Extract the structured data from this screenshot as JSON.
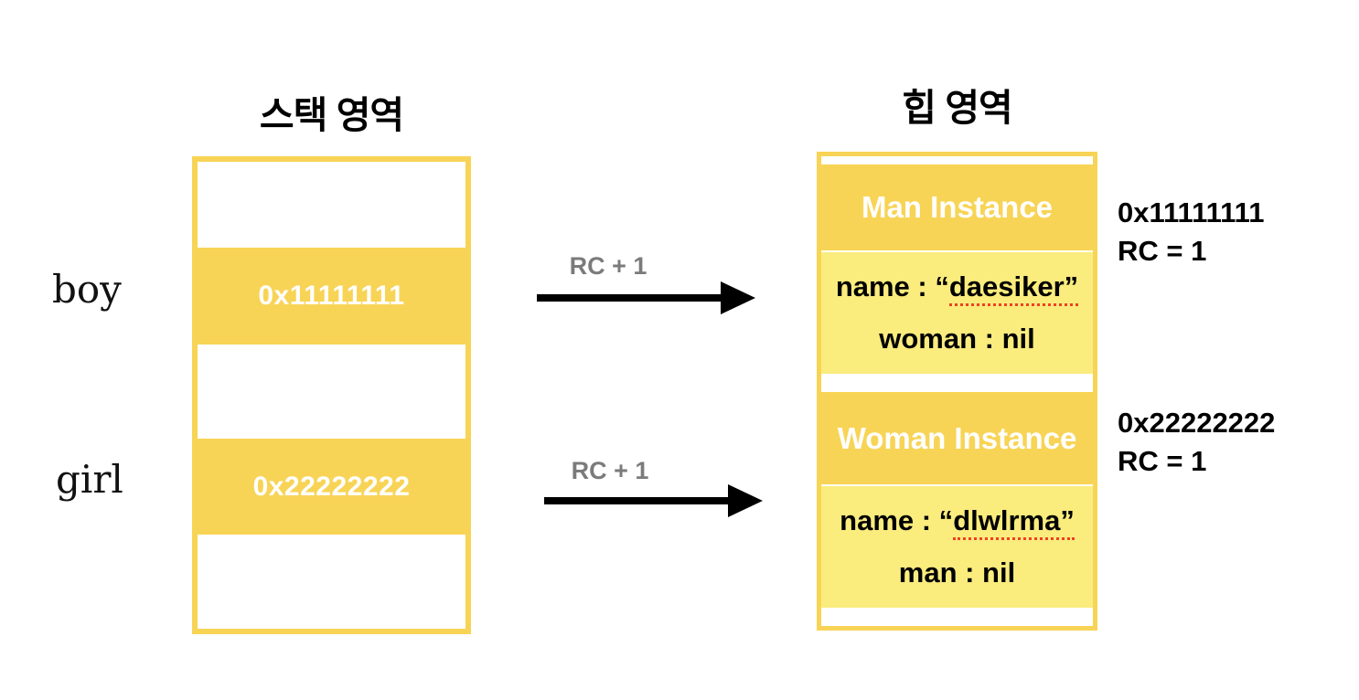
{
  "titles": {
    "stack": "스택 영역",
    "heap": "힙 영역"
  },
  "stack": {
    "variables": [
      {
        "name": "boy"
      },
      {
        "name": "girl"
      }
    ],
    "cells": [
      {
        "address": "0x11111111"
      },
      {
        "address": "0x22222222"
      }
    ]
  },
  "arrows": [
    {
      "label": "RC + 1"
    },
    {
      "label": "RC + 1"
    }
  ],
  "heap": {
    "objects": [
      {
        "header": "Man Instance",
        "fields": [
          {
            "prefix": "name : “",
            "word": "daesiker",
            "suffix": "”",
            "misspelled": true
          },
          {
            "text": "woman : nil"
          }
        ],
        "annotation": {
          "address": "0x11111111",
          "rc": "RC = 1"
        }
      },
      {
        "header": "Woman Instance",
        "fields": [
          {
            "prefix": "name : “",
            "word": "dlwlrma",
            "suffix": "”",
            "misspelled": true
          },
          {
            "text": "man : nil"
          }
        ],
        "annotation": {
          "address": "0x22222222",
          "rc": "RC = 1"
        }
      }
    ]
  },
  "colors": {
    "yellow": "#F8D456",
    "light_yellow": "#FAEC7D",
    "arrow_label": "#7B7B7B",
    "misspell_red": "#EF4023"
  }
}
